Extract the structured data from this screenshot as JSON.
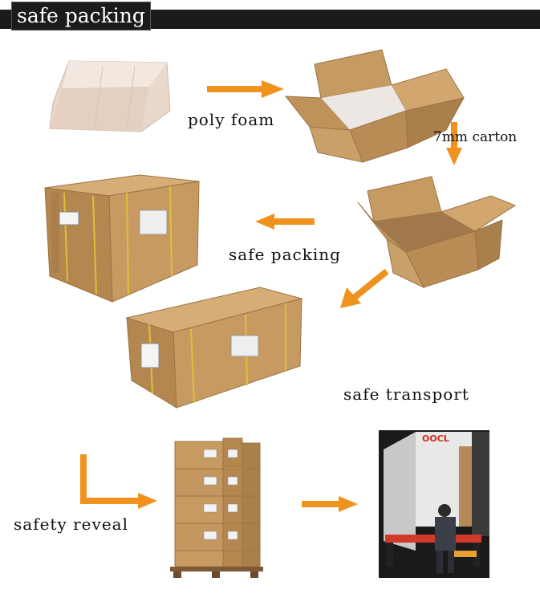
{
  "header": {
    "title": "safe packing"
  },
  "labels": {
    "poly_foam": "poly foam",
    "carton": "7mm carton",
    "safe_packing": "safe packing",
    "safe_transport": "safe transport",
    "safety_reveal": "safety reveal"
  },
  "container": {
    "brand": "OOCL"
  },
  "colors": {
    "arrow": "#f0921e",
    "cardboard": "#c79a62",
    "cardboard_dark": "#9c7443",
    "strap": "#d9c23a",
    "header_bg": "#1b1b1b"
  }
}
